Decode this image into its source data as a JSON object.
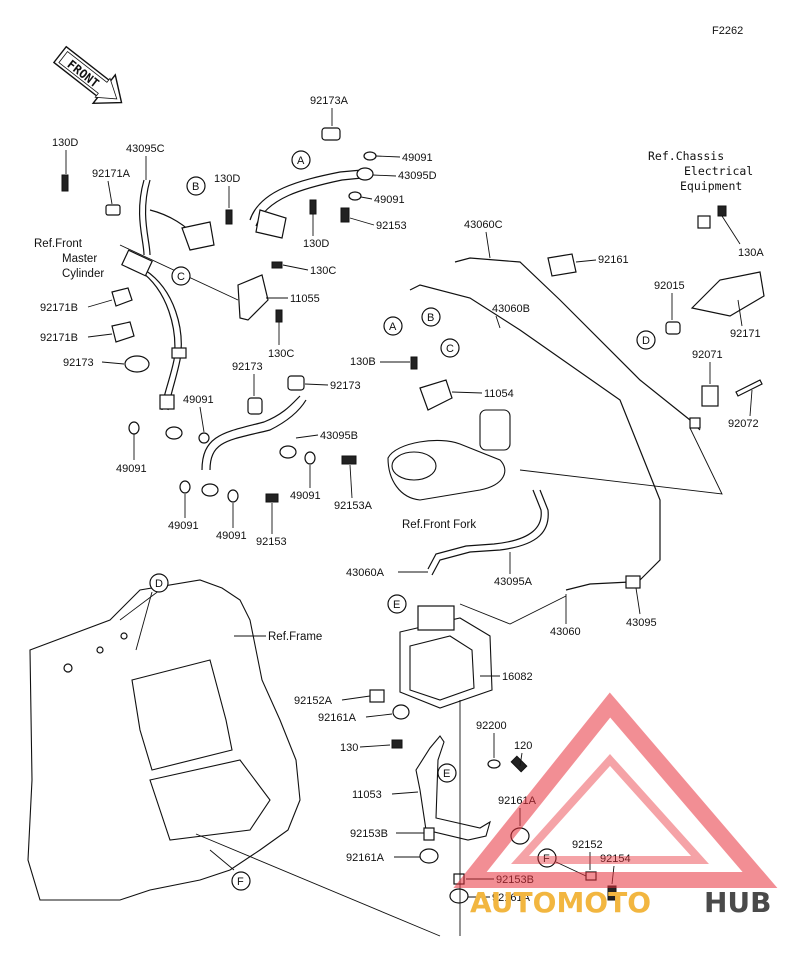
{
  "figure_code": "F2262",
  "front_arrow": "FRONT",
  "watermark": {
    "part1": "AUTOMOTO",
    "part2": "HUB",
    "color1": "#f2b640",
    "color2": "#4a4a4a",
    "accent": "#e8323c"
  },
  "refs": {
    "master": [
      "Ref.Front",
      "Master",
      "Cylinder"
    ],
    "chassis": [
      "Ref.Chassis",
      "Electrical",
      "Equipment"
    ],
    "fork": "Ref.Front Fork",
    "frame": "Ref.Frame"
  },
  "callouts": [
    "A",
    "B",
    "C",
    "D",
    "E",
    "F"
  ],
  "parts": {
    "p92173A": "92173A",
    "p130D_1": "130D",
    "p43095C": "43095C",
    "p92171A": "92171A",
    "p130D_2": "130D",
    "p49091_1": "49091",
    "p43095D": "43095D",
    "p49091_2": "49091",
    "p92153_1": "92153",
    "p130D_3": "130D",
    "p130C_1": "130C",
    "p11055": "11055",
    "p130C_2": "130C",
    "p92171B_1": "92171B",
    "p92171B_2": "92171B",
    "p92173_1": "92173",
    "p92173_2": "92173",
    "p92173_3": "92173",
    "p49091_3": "49091",
    "p49091_4": "49091",
    "p43095B": "43095B",
    "p49091_5": "49091",
    "p92153A_1": "92153A",
    "p49091_6": "49091",
    "p49091_7": "49091",
    "p92153_2": "92153",
    "p43060C": "43060C",
    "p92161_1": "92161",
    "p43060B": "43060B",
    "p130B": "130B",
    "p11054": "11054",
    "p130A": "130A",
    "p92015": "92015",
    "p92171": "92171",
    "p92071": "92071",
    "p92072": "92072",
    "p43060A": "43060A",
    "p43095A": "43095A",
    "p43060": "43060",
    "p43095": "43095",
    "p16082": "16082",
    "p92152A": "92152A",
    "p92161A_1": "92161A",
    "p92200": "92200",
    "p130": "130",
    "p120": "120",
    "p11053": "11053",
    "p92161A_2": "92161A",
    "p92153B_1": "92153B",
    "p92161A_3": "92161A",
    "p92152": "92152",
    "p92154": "92154",
    "p92153B_2": "92153B",
    "p92161A_4": "92161A"
  }
}
